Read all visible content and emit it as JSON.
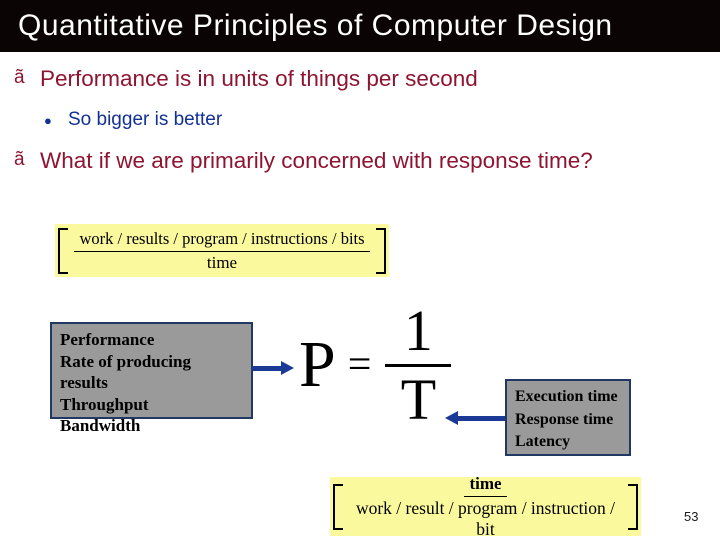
{
  "slide": {
    "title": "Quantitative Principles of Computer Design",
    "page_number": "53"
  },
  "colors": {
    "title_bg": "#0a0404",
    "title_fg": "#ffffff",
    "heading_red": "#8E1431",
    "bullet_navy": "#123194",
    "arrow_navy": "#1B3A96",
    "box_gray": "#9A9A9A",
    "box_border_navy": "#1F3864",
    "formula_yellow": "#FAF99E"
  },
  "bullet1": {
    "marker": "ã",
    "text": "Performance is in units of things per second"
  },
  "sub_bullet": {
    "marker": "●",
    "text": "So bigger is better"
  },
  "bullet2": {
    "marker": "ã",
    "text": "What if we are primarily concerned with response time?"
  },
  "formula_top": {
    "numerator": "work / results / program / instructions / bits",
    "denominator": "time"
  },
  "performance_box": {
    "lines": [
      "Performance",
      "Rate of producing results",
      "Throughput",
      "Bandwidth"
    ]
  },
  "equation": {
    "lhs": "P",
    "equals": "=",
    "numerator": "1",
    "denominator": "T"
  },
  "time_box": {
    "lines": [
      "Execution time",
      "Response time",
      "Latency"
    ]
  },
  "formula_bottom": {
    "numerator": "time",
    "denominator": "work / result / program / instruction / bit"
  }
}
